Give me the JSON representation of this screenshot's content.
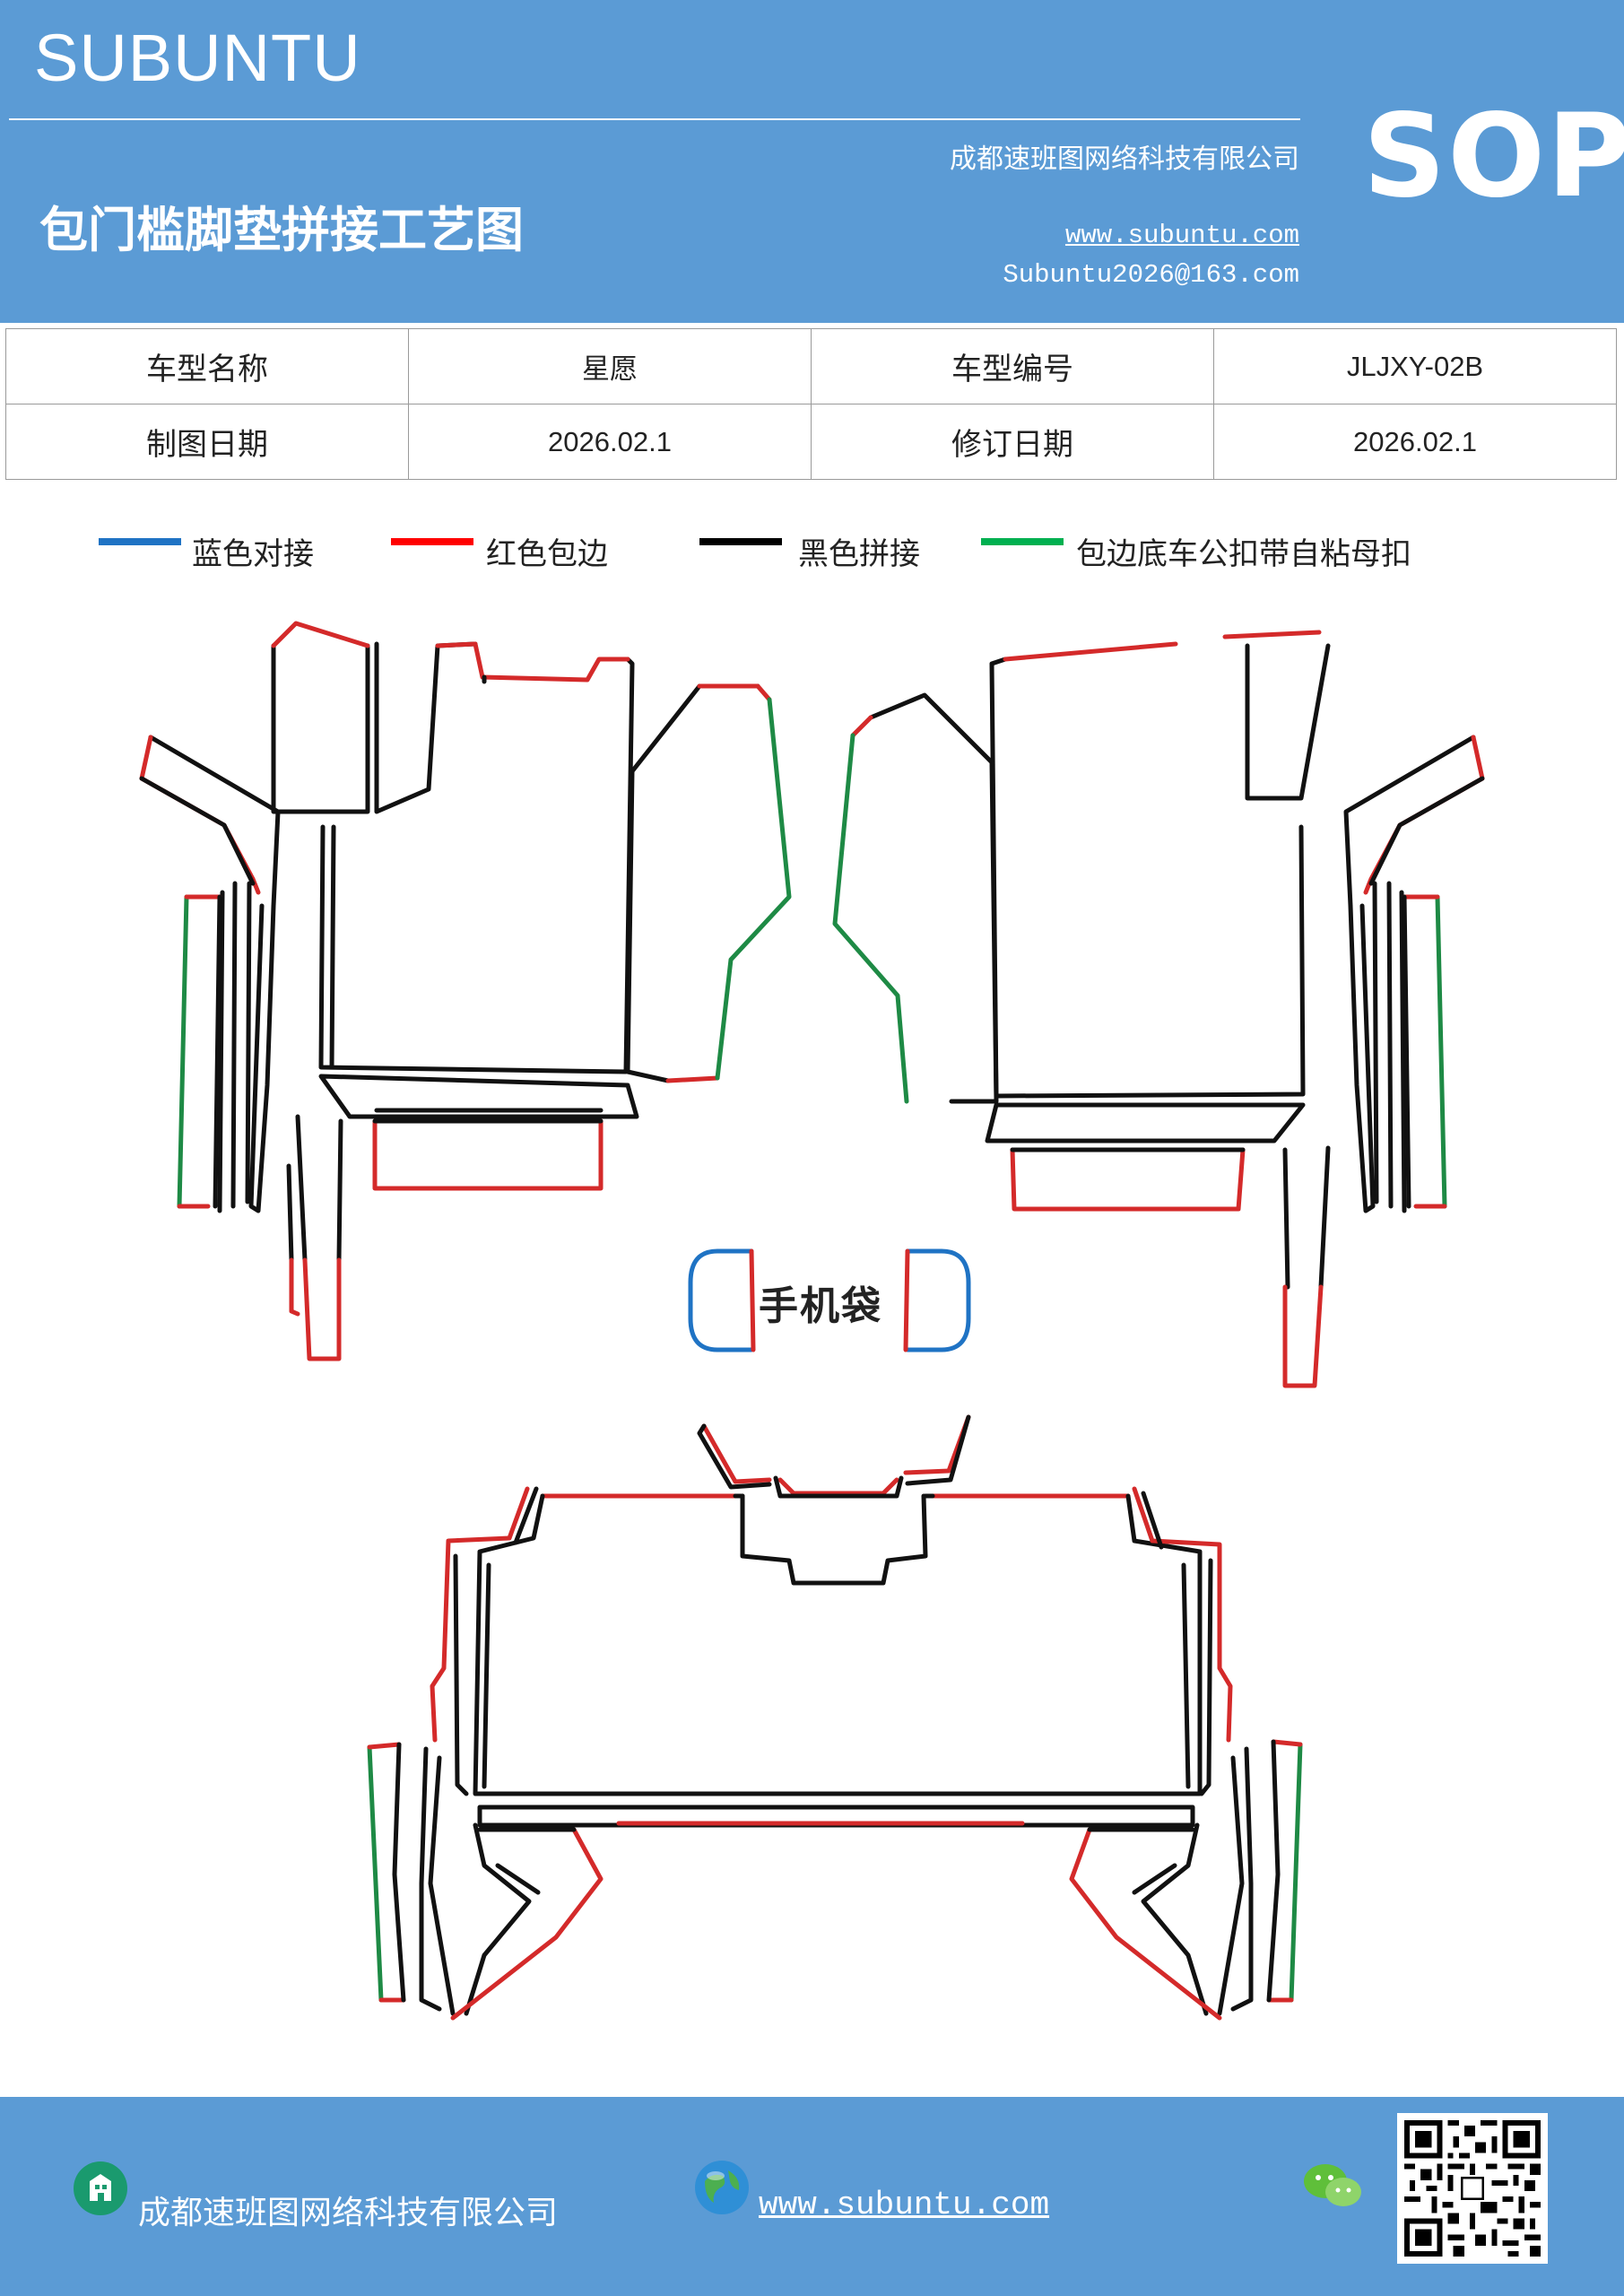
{
  "header": {
    "brand": "SUBUNTU",
    "title": "包门槛脚垫拼接工艺图",
    "company": "成都速班图网络科技有限公司",
    "website": "www.subuntu.com",
    "email": "Subuntu2026@163.com",
    "badge": "SOP"
  },
  "info_table": {
    "rows": [
      [
        "车型名称",
        "星愿",
        "车型编号",
        "JLJXY-02B"
      ],
      [
        "制图日期",
        "2026.02.1",
        "修订日期",
        "2026.02.1"
      ]
    ]
  },
  "legend": {
    "items": [
      {
        "label": "蓝色对接",
        "color": "#1f73c4"
      },
      {
        "label": "红色包边",
        "color": "#ff0000"
      },
      {
        "label": "黑色拼接",
        "color": "#000000"
      },
      {
        "label": "包边底车公扣带自粘母扣",
        "color": "#00b050"
      }
    ]
  },
  "drawing": {
    "phone_pocket_label": "手机袋",
    "colors": {
      "blue": "#1f73c4",
      "red": "#d42a2a",
      "black": "#111111",
      "green": "#1e8a45"
    }
  },
  "footer": {
    "company": "成都速班图网络科技有限公司",
    "website": "www.subuntu.com"
  }
}
